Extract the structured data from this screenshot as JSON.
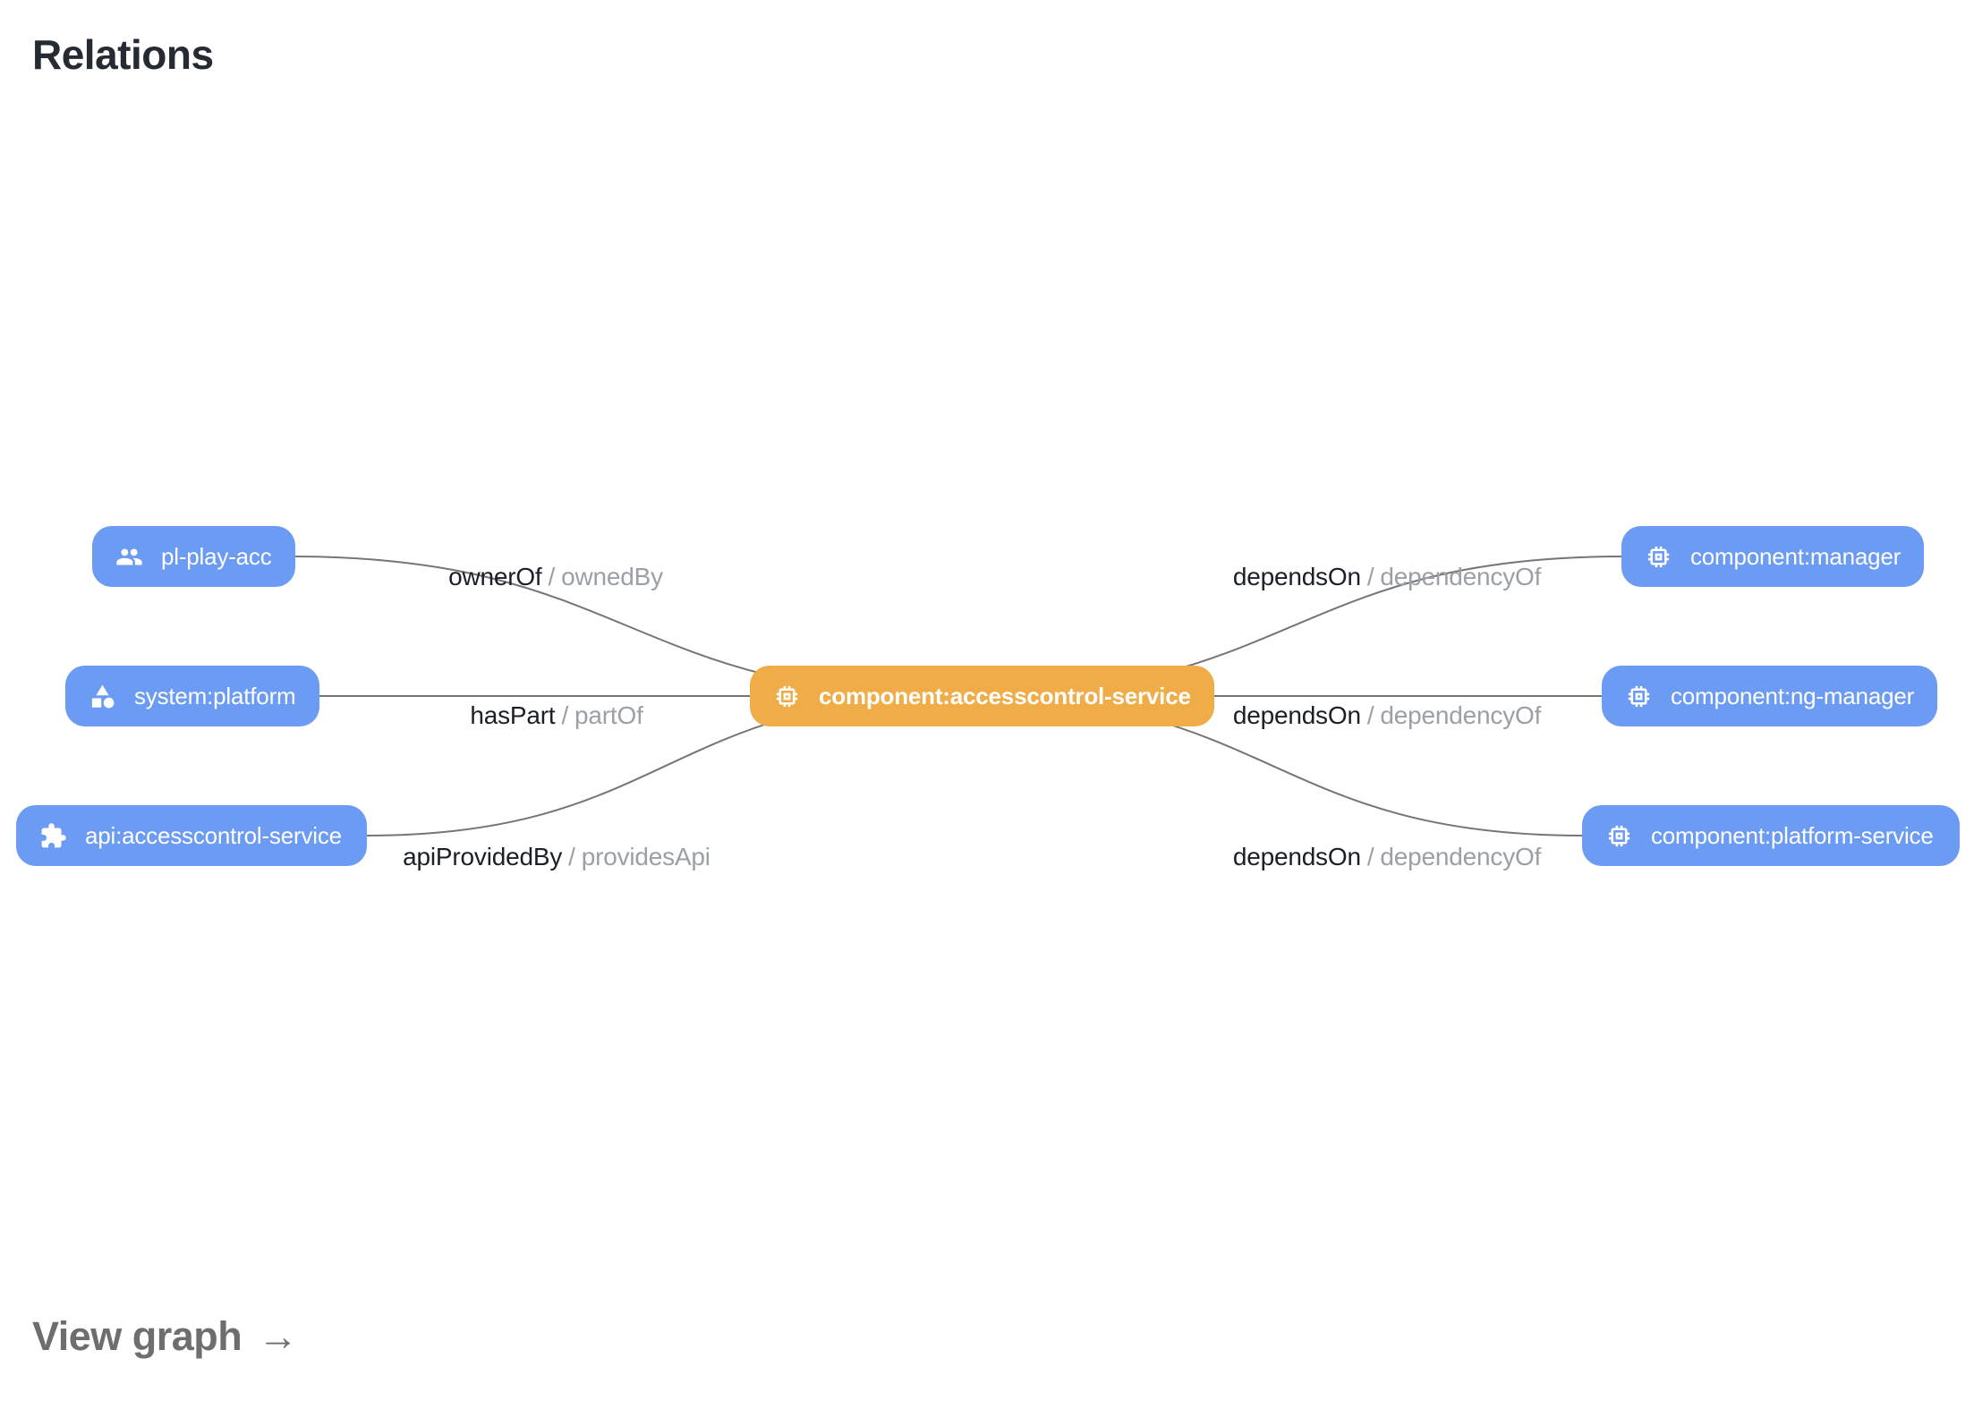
{
  "page": {
    "title": "Relations",
    "view_graph_label": "View graph",
    "view_graph_arrow": "→"
  },
  "separator": "/",
  "colors": {
    "node_blue": "#6c9bf3",
    "node_orange": "#f0ac47",
    "edge_line": "#757575",
    "label_primary": "#1b1f27",
    "label_secondary": "#9aa0a6",
    "title_text": "#262a33",
    "view_graph_text": "#6e6e6e"
  },
  "center_node": {
    "label": "component:accesscontrol-service",
    "icon": "chip-icon"
  },
  "left_nodes": [
    {
      "label": "pl-play-acc",
      "icon": "group-icon"
    },
    {
      "label": "system:platform",
      "icon": "category-icon"
    },
    {
      "label": "api:accesscontrol-service",
      "icon": "puzzle-icon"
    }
  ],
  "right_nodes": [
    {
      "label": "component:manager",
      "icon": "chip-icon"
    },
    {
      "label": "component:ng-manager",
      "icon": "chip-icon"
    },
    {
      "label": "component:platform-service",
      "icon": "chip-icon"
    }
  ],
  "relations": [
    {
      "primary": "ownerOf",
      "secondary": "ownedBy"
    },
    {
      "primary": "hasPart",
      "secondary": "partOf"
    },
    {
      "primary": "apiProvidedBy",
      "secondary": "providesApi"
    },
    {
      "primary": "dependsOn",
      "secondary": "dependencyOf"
    },
    {
      "primary": "dependsOn",
      "secondary": "dependencyOf"
    },
    {
      "primary": "dependsOn",
      "secondary": "dependencyOf"
    }
  ]
}
